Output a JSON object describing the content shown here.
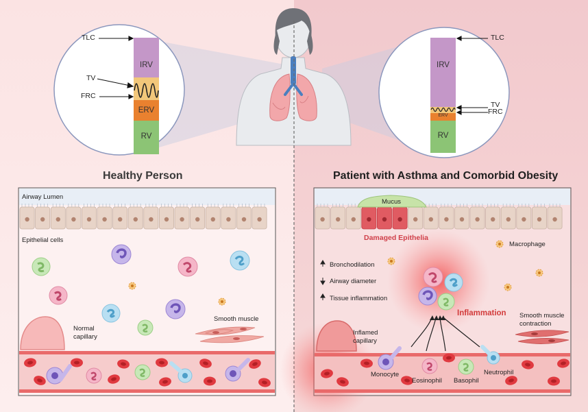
{
  "colors": {
    "left_bg": "#fbe6e6",
    "right_bg": "#f4cfd2",
    "irv": "#c497c8",
    "tv": "#f2c77a",
    "erv": "#e9812f",
    "rv": "#8cc475",
    "lumen": "#e8eef6",
    "epithelium": "#e8d4c8",
    "damaged": "#e05b62",
    "mucus": "#c7e3a8",
    "vessel": "#f3c3c3",
    "rbc": "#e03a40",
    "inflammation": "#f25050"
  },
  "icons": [
    "human-torso-icon",
    "lungs-icon",
    "trachea-icon",
    "cell-icon",
    "red-blood-cell-icon",
    "macrophage-icon",
    "arrow-up-icon",
    "arrow-down-icon"
  ],
  "left_panel": {
    "title": "Healthy Person",
    "lung_volumes": {
      "tlc": "TLC",
      "tv": "TV",
      "frc": "FRC",
      "irv": "IRV",
      "erv": "ERV",
      "rv": "RV"
    },
    "airway_lumen": "Airway Lumen",
    "epithelial_cells": "Epithelial cells",
    "smooth_muscle": "Smooth muscle",
    "normal_capillary": "Normal\ncapillary"
  },
  "right_panel": {
    "title": "Patient with Asthma and Comorbid Obesity",
    "lung_volumes": {
      "tlc": "TLC",
      "tv": "TV",
      "frc": "FRC",
      "irv": "IRV",
      "erv": "ERV",
      "rv": "RV"
    },
    "mucus": "Mucus",
    "damaged_epithelia": "Damaged Epithelia",
    "macrophage": "Macrophage",
    "effects": [
      {
        "direction": "up",
        "text": "Bronchodilation"
      },
      {
        "direction": "down",
        "text": "Airway diameter"
      },
      {
        "direction": "up",
        "text": "Tissue inflammation"
      }
    ],
    "inflammation": "Inflammation",
    "smooth_muscle_contraction": "Smooth muscle\ncontraction",
    "inflamed_capillary": "Inflamed\ncapillary",
    "cells": {
      "monocyte": "Monocyte",
      "eosinophil": "Eosinophil",
      "basophil": "Basophil",
      "neutrophil": "Neutrophil"
    }
  }
}
